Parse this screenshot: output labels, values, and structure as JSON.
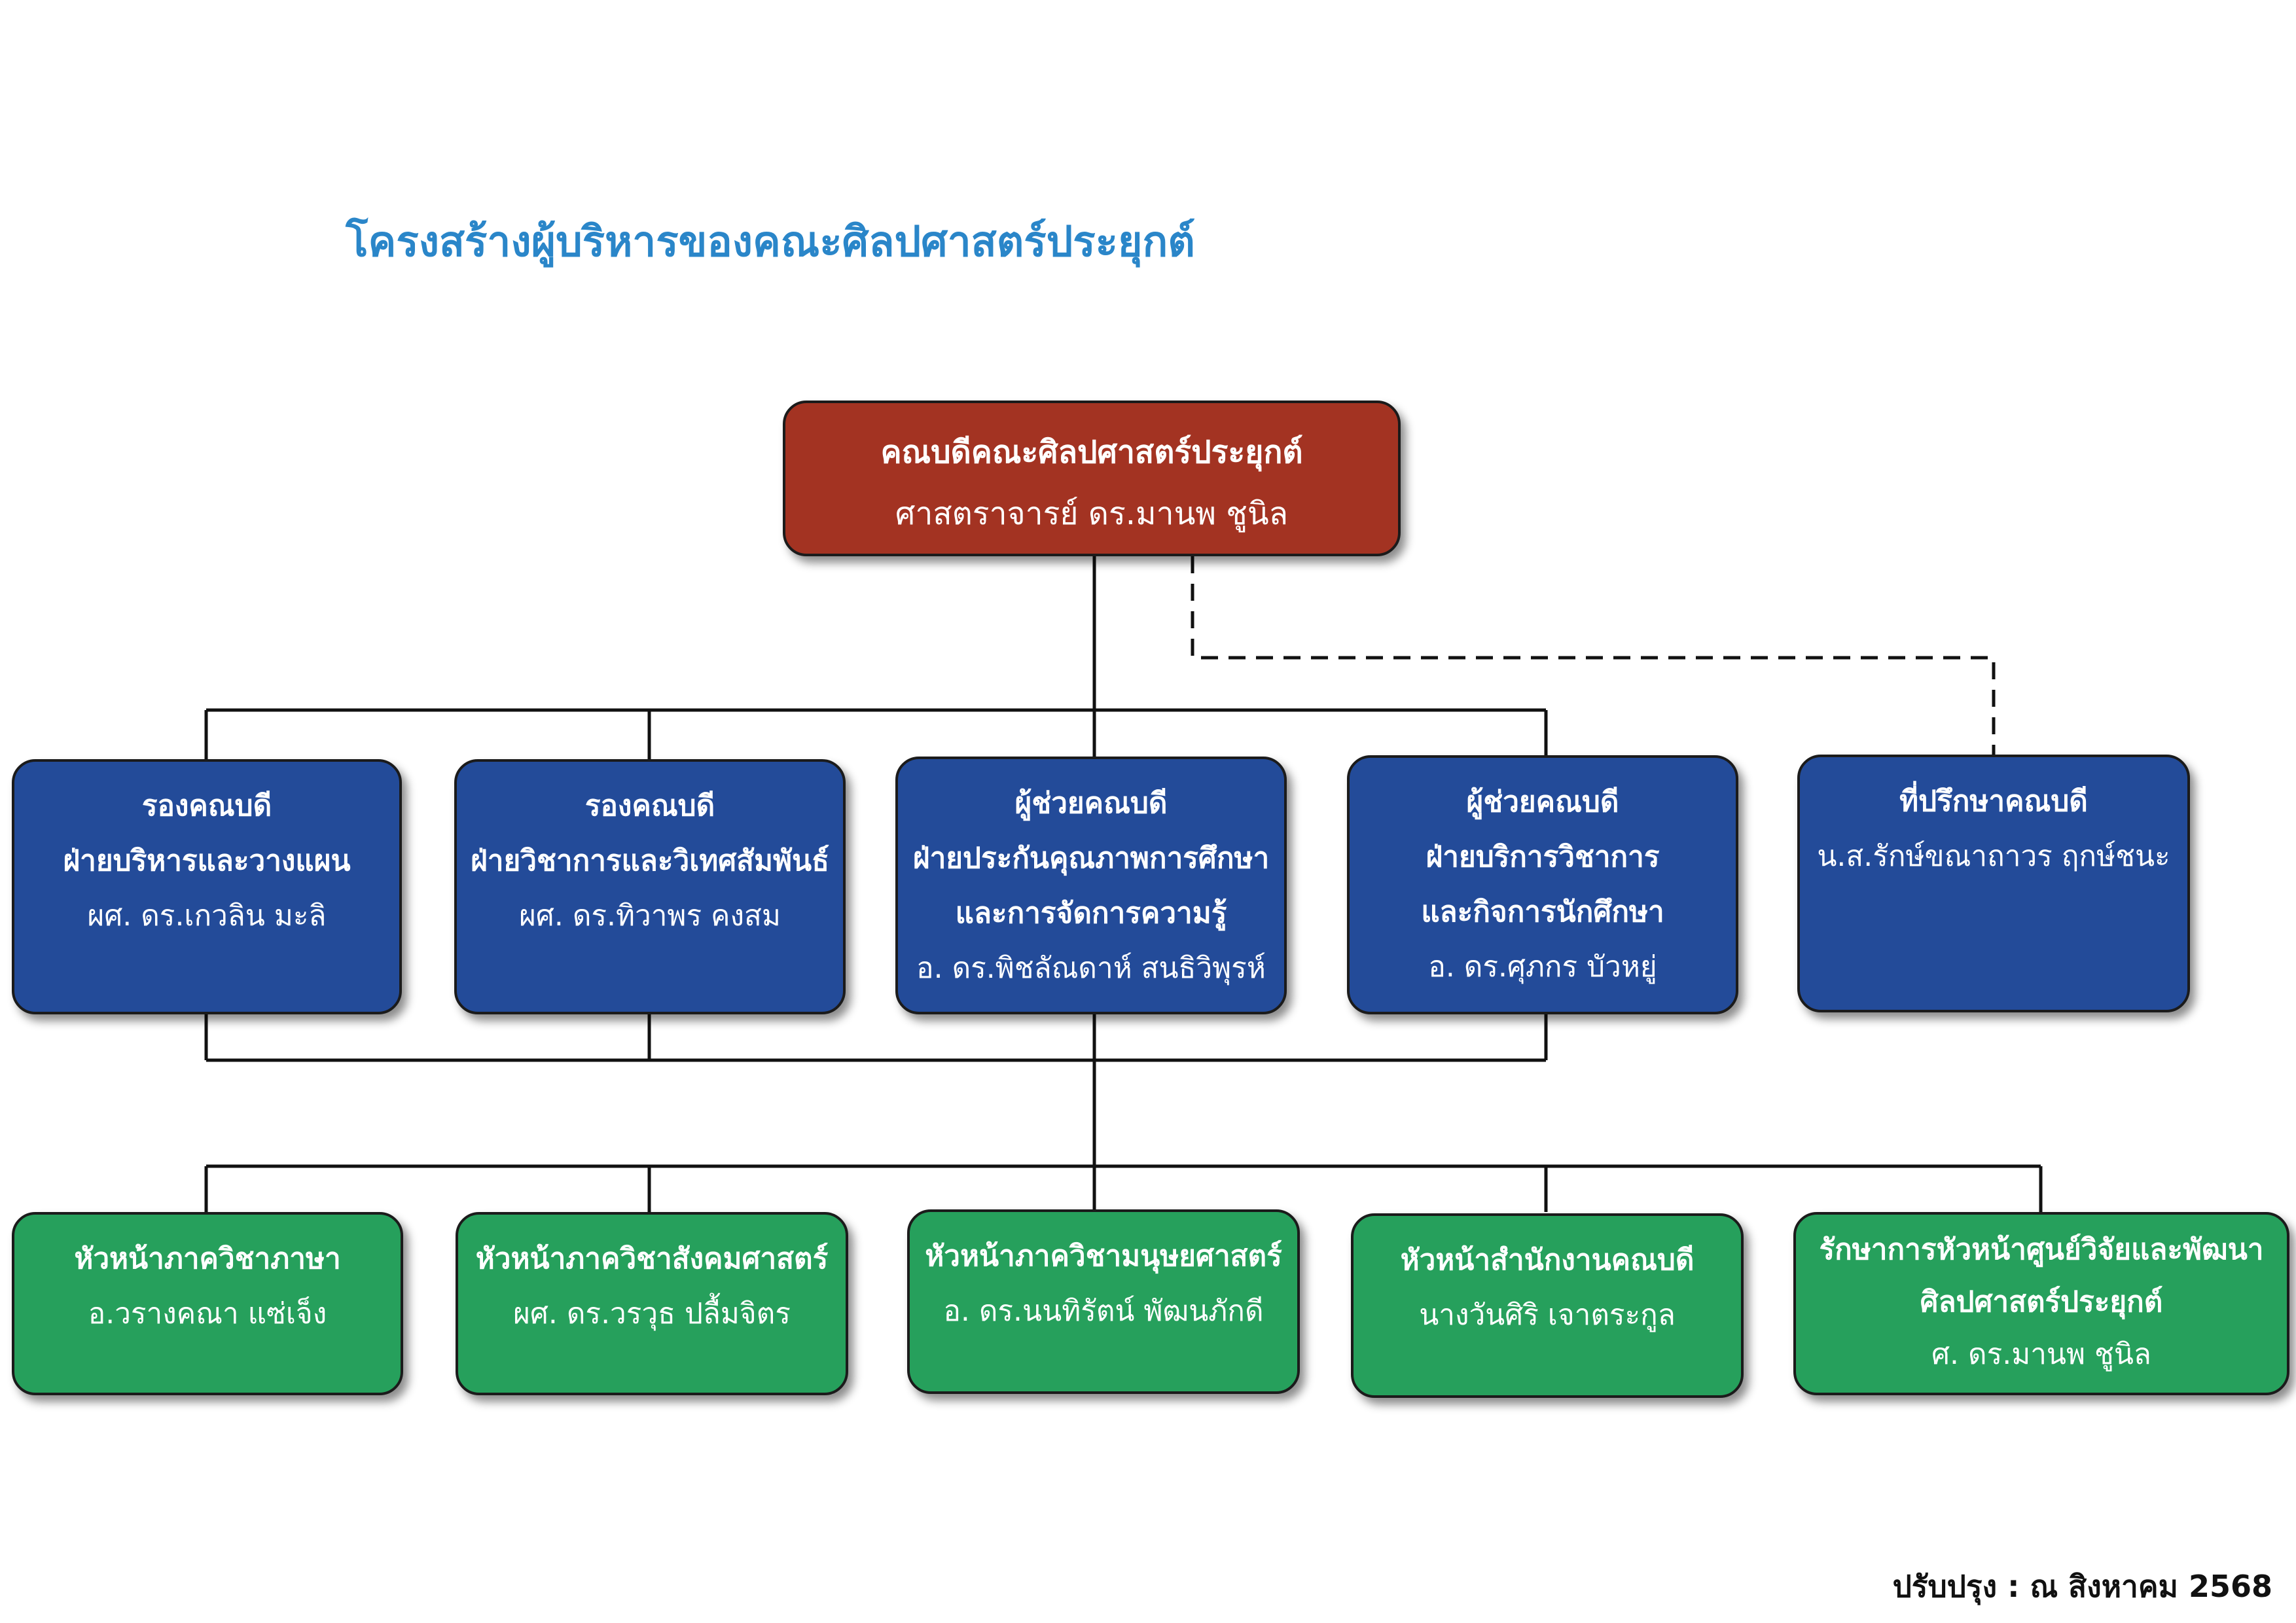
{
  "title": "โครงสร้างผู้บริหารของคณะศิลปศาสตร์ประยุกต์",
  "updated": "ปรับปรุง : ณ สิงหาคม 2568",
  "dean": {
    "position": "คณบดีคณะศิลปศาสตร์ประยุกต์",
    "name": "ศาสตราจารย์ ดร.มานพ ชูนิล"
  },
  "vice_deans": [
    {
      "role": "รองคณบดี",
      "area": [
        "ฝ่ายบริหารและวางแผน"
      ],
      "name": "ผศ. ดร.เกวลิน มะลิ"
    },
    {
      "role": "รองคณบดี",
      "area": [
        "ฝ่ายวิชาการและวิเทศสัมพันธ์"
      ],
      "name": "ผศ. ดร.ทิวาพร คงสม"
    },
    {
      "role": "ผู้ช่วยคณบดี",
      "area": [
        "ฝ่ายประกันคุณภาพการศึกษา",
        "และการจัดการความรู้"
      ],
      "name": "อ. ดร.พิชลัณดาห์ สนธิวิพุรห์"
    },
    {
      "role": "ผู้ช่วยคณบดี",
      "area": [
        "ฝ่ายบริการวิชาการ",
        "และกิจการนักศึกษา"
      ],
      "name": "อ. ดร.ศุภกร บัวหยู่"
    }
  ],
  "advisor": {
    "role": "ที่ปรึกษาคณบดี",
    "name": "น.ส.รักษ์ขณาถาวร ฤกษ์ชนะ"
  },
  "heads": [
    {
      "role": [
        "หัวหน้าภาควิชาภาษา"
      ],
      "name": "อ.วรางคณา แซ่เจ็ง"
    },
    {
      "role": [
        "หัวหน้าภาควิชาสังคมศาสตร์"
      ],
      "name": "ผศ. ดร.วรวุธ ปลื้มจิตร"
    },
    {
      "role": [
        "หัวหน้าภาควิชามนุษยศาสตร์"
      ],
      "name": "อ. ดร.นนทิรัตน์ พัฒนภักดี"
    },
    {
      "role": [
        "หัวหน้าสำนักงานคณบดี"
      ],
      "name": "นางวันศิริ เจาตระกูล"
    },
    {
      "role": [
        "รักษาการหัวหน้าศูนย์วิจัยและพัฒนา",
        "ศิลปศาสตร์ประยุกต์"
      ],
      "name": "ศ. ดร.มานพ ชูนิล"
    }
  ],
  "colors": {
    "title": "#2a86c9",
    "dean_box": "#a33322",
    "vice_box": "#234b99",
    "head_box": "#26a05c"
  }
}
